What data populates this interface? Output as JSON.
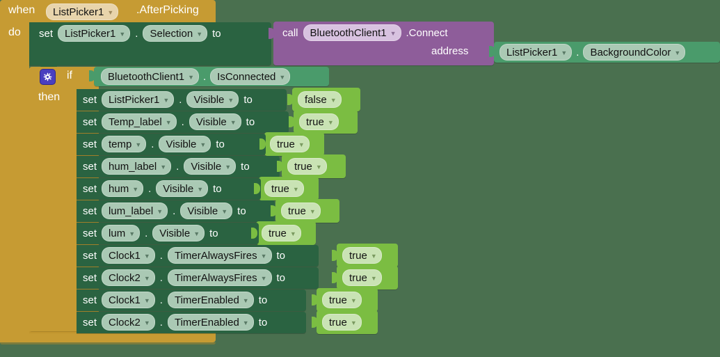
{
  "workspace": {
    "background_color": "#4a704f",
    "colors": {
      "event_block": "#c69b33",
      "setter_block": "#2a6341",
      "getter_block": "#4a9b6b",
      "call_block": "#8e5d9a",
      "logic_block": "#7bbd42",
      "mutator_icon": "#4a3fbf"
    }
  },
  "event": {
    "keyword": "when",
    "component": "ListPicker1",
    "event_name": ".AfterPicking",
    "body_label": "do"
  },
  "selection_row": {
    "set_label": "set",
    "component": "ListPicker1",
    "dot": ".",
    "property": "Selection",
    "to_label": "to"
  },
  "call_block": {
    "call_label": "call",
    "component": "BluetoothClient1",
    "method": ".Connect",
    "arg_label": "address",
    "arg_value": {
      "component": "ListPicker1",
      "dot": ".",
      "property": "BackgroundColor"
    }
  },
  "if_block": {
    "mutator_icon": "gear-icon",
    "if_label": "if",
    "then_label": "then",
    "condition": {
      "component": "BluetoothClient1",
      "dot": ".",
      "property": "IsConnected"
    }
  },
  "set_rows": [
    {
      "set_label": "set",
      "component": "ListPicker1",
      "dot": ".",
      "property": "Visible",
      "to_label": "to",
      "value": "false"
    },
    {
      "set_label": "set",
      "component": "Temp_label",
      "dot": ".",
      "property": "Visible",
      "to_label": "to",
      "value": "true"
    },
    {
      "set_label": "set",
      "component": "temp",
      "dot": ".",
      "property": "Visible",
      "to_label": "to",
      "value": "true"
    },
    {
      "set_label": "set",
      "component": "hum_label",
      "dot": ".",
      "property": "Visible",
      "to_label": "to",
      "value": "true"
    },
    {
      "set_label": "set",
      "component": "hum",
      "dot": ".",
      "property": "Visible",
      "to_label": "to",
      "value": "true"
    },
    {
      "set_label": "set",
      "component": "lum_label",
      "dot": ".",
      "property": "Visible",
      "to_label": "to",
      "value": "true"
    },
    {
      "set_label": "set",
      "component": "lum",
      "dot": ".",
      "property": "Visible",
      "to_label": "to",
      "value": "true"
    },
    {
      "set_label": "set",
      "component": "Clock1",
      "dot": ".",
      "property": "TimerAlwaysFires",
      "to_label": "to",
      "value": "true"
    },
    {
      "set_label": "set",
      "component": "Clock2",
      "dot": ".",
      "property": "TimerAlwaysFires",
      "to_label": "to",
      "value": "true"
    },
    {
      "set_label": "set",
      "component": "Clock1",
      "dot": ".",
      "property": "TimerEnabled",
      "to_label": "to",
      "value": "true"
    },
    {
      "set_label": "set",
      "component": "Clock2",
      "dot": ".",
      "property": "TimerEnabled",
      "to_label": "to",
      "value": "true"
    }
  ]
}
